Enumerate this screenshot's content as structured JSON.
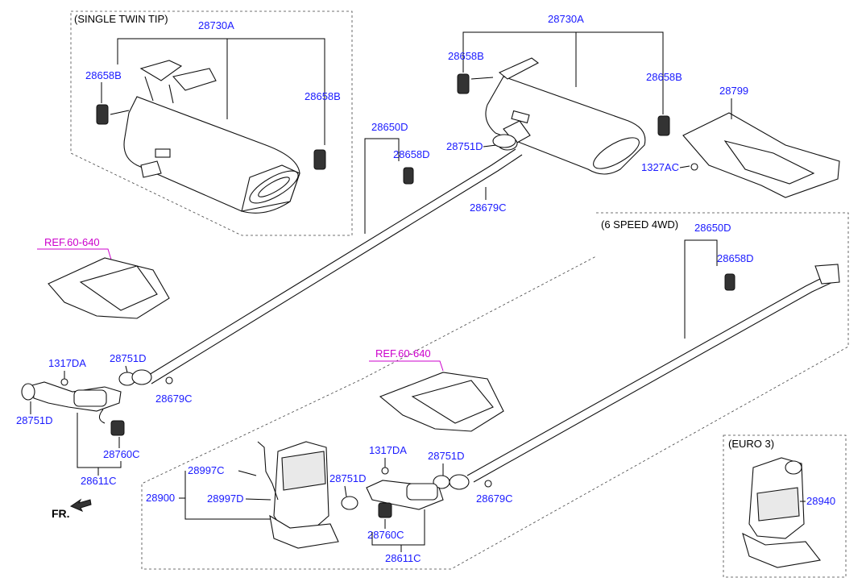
{
  "groups": {
    "single_twin_tip": "(SINGLE TWIN TIP)",
    "six_speed_4wd": "(6 SPEED 4WD)",
    "euro3": "(EURO 3)"
  },
  "labels": {
    "a_28730A_left": "28730A",
    "a_28658B_left1": "28658B",
    "a_28658B_left2": "28658B",
    "a_28730A_right": "28730A",
    "a_28658B_right1": "28658B",
    "a_28658B_right2": "28658B",
    "a_28799": "28799",
    "a_1327AC": "1327AC",
    "a_28650D_top": "28650D",
    "a_28658D_top": "28658D",
    "a_28751D_top": "28751D",
    "a_28679C_top": "28679C",
    "a_1317DA_left": "1317DA",
    "a_28751D_midleft": "28751D",
    "a_28679C_midleft": "28679C",
    "a_28751D_farleft": "28751D",
    "a_28760C_left": "28760C",
    "a_28611C_left": "28611C",
    "a_28650D_right": "28650D",
    "a_28658D_right": "28658D",
    "a_1317DA_mid": "1317DA",
    "a_28751D_mid1": "28751D",
    "a_28751D_mid2": "28751D",
    "a_28679C_mid": "28679C",
    "a_28997C": "28997C",
    "a_28900": "28900",
    "a_28997D": "28997D",
    "a_28760C_mid": "28760C",
    "a_28611C_mid": "28611C",
    "a_28940": "28940"
  },
  "refs": {
    "ref_left": "REF.60-640",
    "ref_mid": "REF.60-640"
  },
  "direction": {
    "front_label": "FR."
  }
}
